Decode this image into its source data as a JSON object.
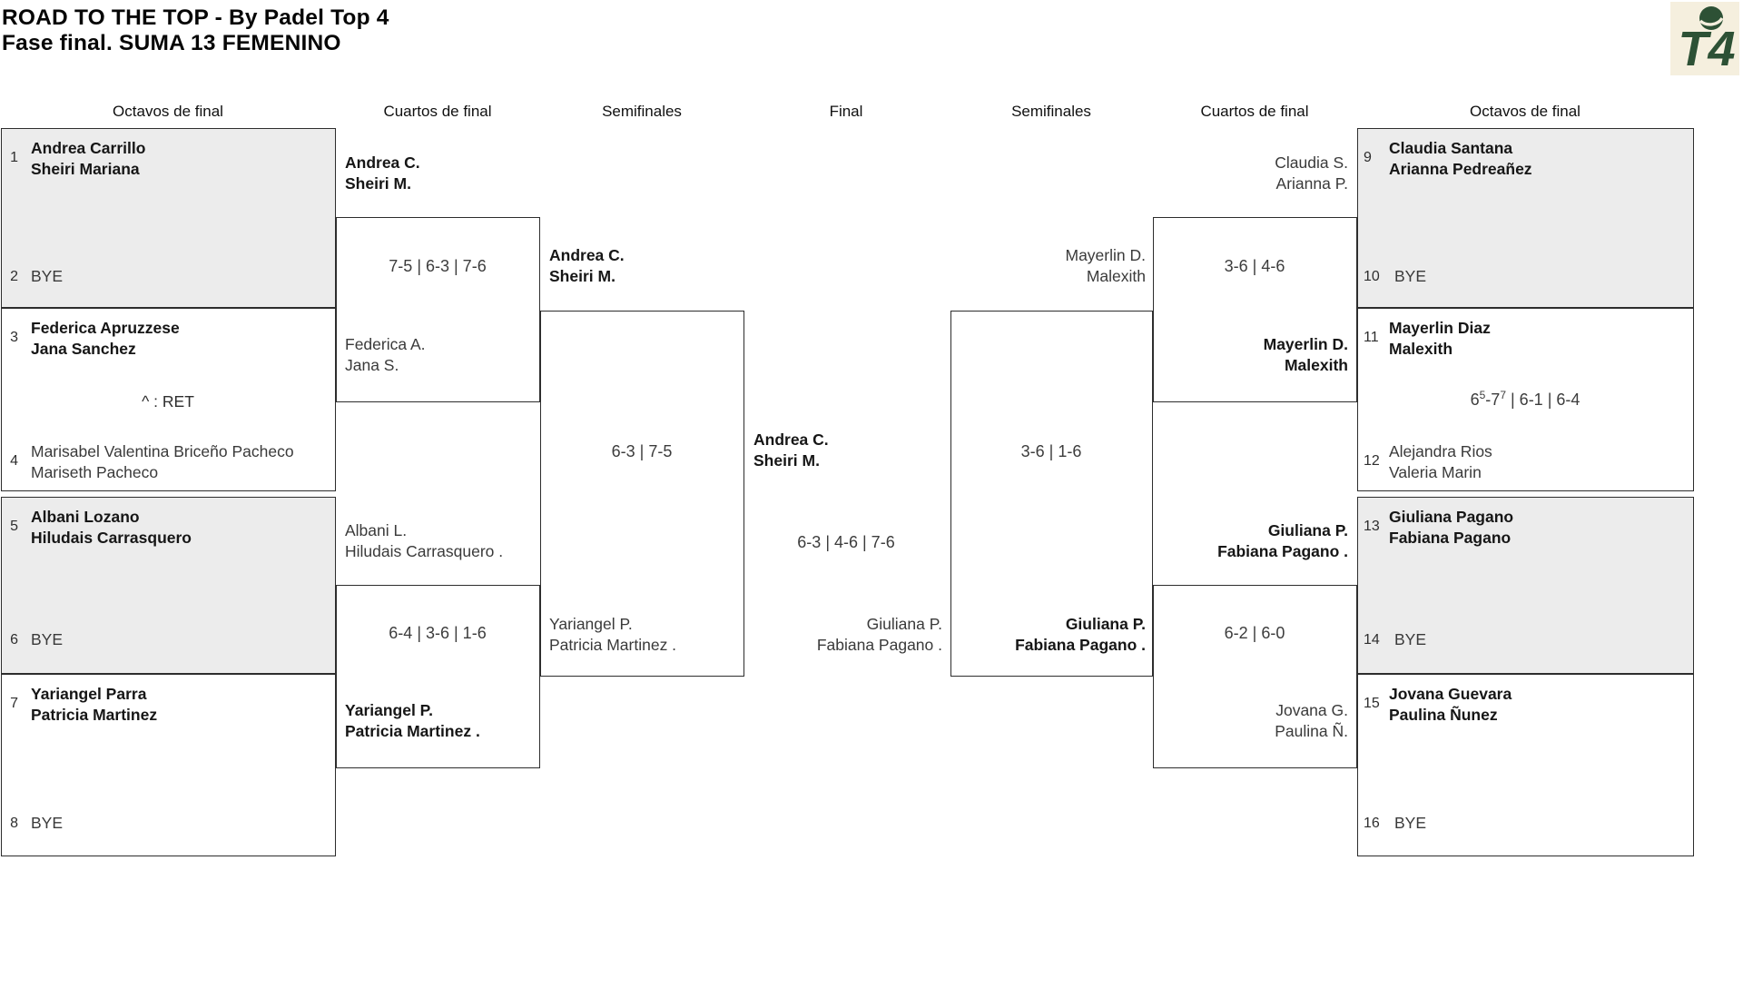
{
  "title": {
    "line1": "ROAD TO THE TOP - By Padel Top 4",
    "line2": "Fase final. SUMA 13 FEMENINO"
  },
  "logo": {
    "text": "T4",
    "bg": "#f5efde",
    "fg": "#2d5135"
  },
  "colors": {
    "shaded_box": "#ececec",
    "border": "#2d2d2d",
    "logo_green": "#2d5135",
    "logo_cream": "#f5efde"
  },
  "round_headers": {
    "r16_left": "Octavos de final",
    "qf_left": "Cuartos de final",
    "sf_left": "Semifinales",
    "final": "Final",
    "sf_right": "Semifinales",
    "qf_right": "Cuartos de final",
    "r16_right": "Octavos de final"
  },
  "r16_left": {
    "m1": {
      "seed_top": "1",
      "top1": "Andrea Carrillo",
      "top2": "Sheiri Mariana",
      "seed_bottom": "2",
      "bottom_bye": "BYE"
    },
    "m2": {
      "seed_top": "3",
      "top1": "Federica Apruzzese",
      "top2": "Jana Sanchez",
      "note": "^ : RET",
      "seed_bottom": "4",
      "bottom1": "Marisabel Valentina Briceño Pacheco",
      "bottom2": "Mariseth Pacheco"
    },
    "m3": {
      "seed_top": "5",
      "top1": "Albani Lozano",
      "top2": "Hiludais Carrasquero",
      "seed_bottom": "6",
      "bottom_bye": "BYE"
    },
    "m4": {
      "seed_top": "7",
      "top1": "Yariangel Parra",
      "top2": "Patricia Martinez",
      "seed_bottom": "8",
      "bottom_bye": "BYE"
    }
  },
  "r16_right": {
    "m1": {
      "seed_top": "9",
      "top1": "Claudia Santana",
      "top2": "Arianna Pedreañez",
      "seed_bottom": "10",
      "bottom_bye": "BYE"
    },
    "m2": {
      "seed_top": "11",
      "top1": "Mayerlin Diaz",
      "top2": "Malexith",
      "score_s1": "6",
      "score_sup1": "5",
      "score_s2": "-7",
      "score_sup2": "7",
      "score_s3": " | 6-1 | 6-4",
      "seed_bottom": "12",
      "bottom1": "Alejandra Rios",
      "bottom2": "Valeria Marin"
    },
    "m3": {
      "seed_top": "13",
      "top1": "Giuliana Pagano",
      "top2": "Fabiana Pagano",
      "seed_bottom": "14",
      "bottom_bye": "BYE"
    },
    "m4": {
      "seed_top": "15",
      "top1": "Jovana Guevara",
      "top2": "Paulina Ñunez",
      "seed_bottom": "16",
      "bottom_bye": "BYE"
    }
  },
  "qf_left": {
    "m1": {
      "top1": "Andrea C.",
      "top2": "Sheiri M.",
      "score": "7-5 | 6-3 | 7-6",
      "bottom1": "Federica A.",
      "bottom2": "Jana S."
    },
    "m2": {
      "top1": "Albani L.",
      "top2": "Hiludais Carrasquero .",
      "score": "6-4 | 3-6 | 1-6",
      "bottom1": "Yariangel P.",
      "bottom2": "Patricia Martinez ."
    }
  },
  "sf_left": {
    "top1": "Andrea C.",
    "top2": "Sheiri M.",
    "score": "6-3 | 7-5",
    "bottom1": "Yariangel P.",
    "bottom2": "Patricia Martinez ."
  },
  "final": {
    "top1": "Andrea C.",
    "top2": "Sheiri M.",
    "score": "6-3 | 4-6 | 7-6",
    "bottom1": "Giuliana P.",
    "bottom2": "Fabiana Pagano ."
  },
  "sf_right": {
    "top1": "Mayerlin D.",
    "top2": "Malexith",
    "score": "3-6 | 1-6",
    "bottom1": "Giuliana P.",
    "bottom2": "Fabiana Pagano ."
  },
  "qf_right": {
    "m1": {
      "top1": "Claudia S.",
      "top2": "Arianna P.",
      "score": "3-6 | 4-6",
      "bottom1": "Mayerlin D.",
      "bottom2": "Malexith"
    },
    "m2": {
      "top1": "Giuliana P.",
      "top2": "Fabiana Pagano .",
      "score": "6-2 | 6-0",
      "bottom1": "Jovana G.",
      "bottom2": "Paulina Ñ."
    }
  }
}
